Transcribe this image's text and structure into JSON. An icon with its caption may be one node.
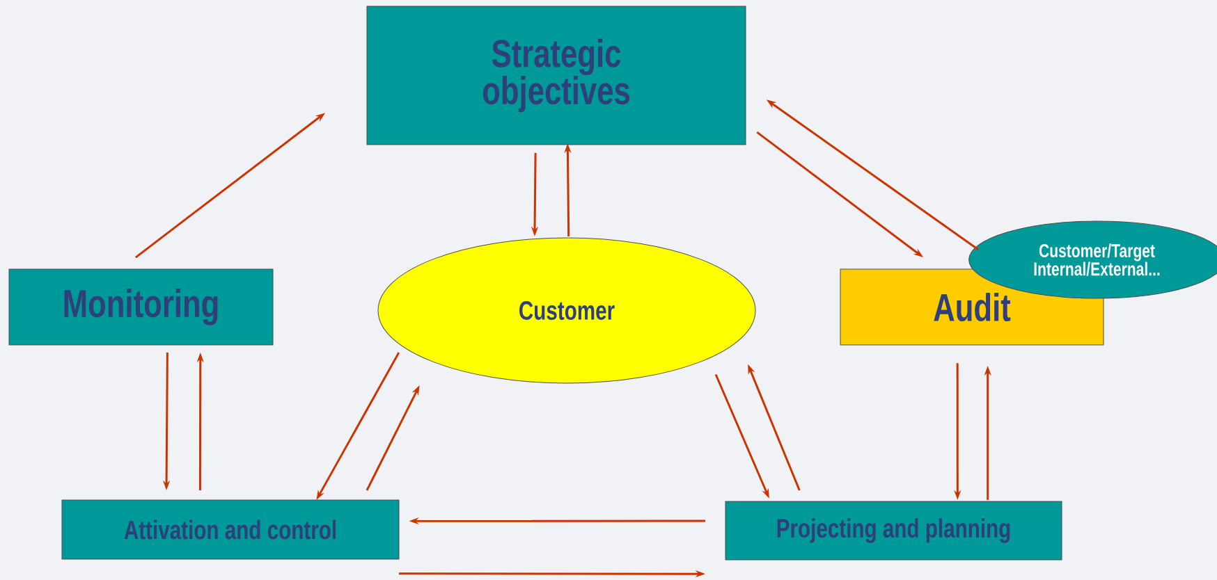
{
  "diagram": {
    "nodes": [
      {
        "text": [
          "Strategic objectives"
        ]
      },
      {
        "text": [
          "Monitoring"
        ]
      },
      {
        "text": [
          "Customer"
        ]
      },
      {
        "text": [
          "Audit"
        ]
      },
      {
        "text": [
          "Customer/Target Internal/External..."
        ]
      },
      {
        "text": [
          "Attivation and control"
        ]
      },
      {
        "text": [
          "Projecting and planning"
        ]
      }
    ],
    "edges": [
      {
        "from": 1,
        "to": 0,
        "arrow": "to"
      },
      {
        "from": 0,
        "to": 2,
        "arrow": "to"
      },
      {
        "from": 2,
        "to": 0,
        "arrow": "to"
      },
      {
        "from": 0,
        "to": 3,
        "arrow": "to"
      },
      {
        "from": 4,
        "to": 0,
        "arrow": "to"
      },
      {
        "from": 1,
        "to": 5,
        "arrow": "to"
      },
      {
        "from": 5,
        "to": 1,
        "arrow": "to"
      },
      {
        "from": 2,
        "to": 5,
        "arrow": "to"
      },
      {
        "from": 5,
        "to": 2,
        "arrow": "to"
      },
      {
        "from": 2,
        "to": 6,
        "arrow": "to"
      },
      {
        "from": 6,
        "to": 2,
        "arrow": "to"
      },
      {
        "from": 3,
        "to": 6,
        "arrow": "to"
      },
      {
        "from": 6,
        "to": 3,
        "arrow": "to"
      },
      {
        "from": 6,
        "to": 5,
        "arrow": "to"
      },
      {
        "from": 5,
        "to": 6,
        "arrow": "to"
      }
    ]
  }
}
